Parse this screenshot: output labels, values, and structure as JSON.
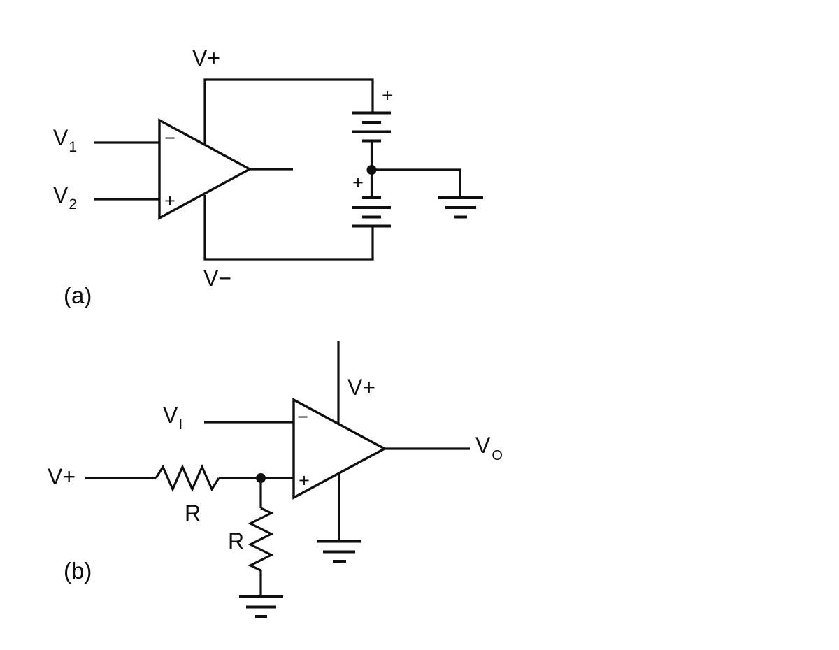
{
  "colors": {
    "background": "#ffffff",
    "ink": "#0f0f0f"
  },
  "diagram_a": {
    "caption": "(a)",
    "input1": {
      "base": "V",
      "sub": "1"
    },
    "input2": {
      "base": "V",
      "sub": "2"
    },
    "rail_top_label": "V+",
    "rail_bottom_label": "V−",
    "opamp": {
      "inverting": "−",
      "noninverting": "+"
    },
    "battery_top_polarity": "+",
    "battery_bottom_polarity": "+"
  },
  "diagram_b": {
    "caption": "(b)",
    "input_label": {
      "base": "V",
      "sub": "I"
    },
    "output_label": {
      "base": "V",
      "sub": "O"
    },
    "source_label": "V+",
    "supply_label": "V+",
    "resistor_series": "R",
    "resistor_shunt": "R",
    "opamp": {
      "inverting": "−",
      "noninverting": "+"
    }
  }
}
